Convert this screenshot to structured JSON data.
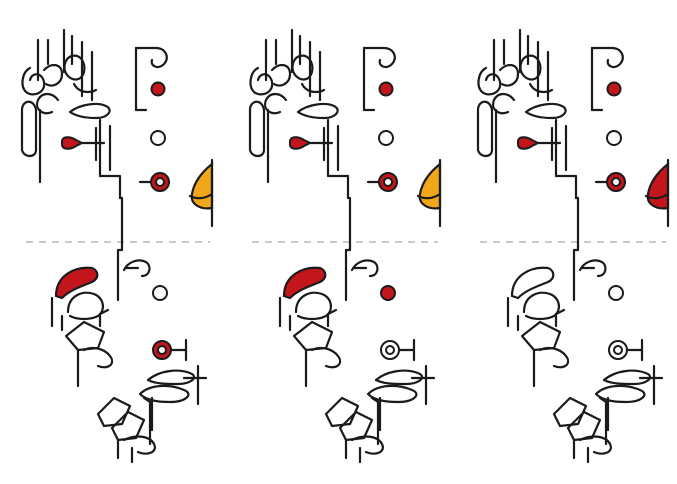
{
  "figure": {
    "panel_count": 3,
    "colors": {
      "ink": "#1b1b1b",
      "red": "#c3161c",
      "orange": "#f2a71b",
      "divider": "#b9b9b9",
      "empty": "#ffffff"
    },
    "panels": [
      {
        "id": "left",
        "upper_red_dot": "red",
        "upper_ring_dot": "red",
        "upper_side_shape": "orange",
        "lower_cap": "red",
        "lower_dot": "empty",
        "lower_ring_dot": "red"
      },
      {
        "id": "middle",
        "upper_red_dot": "red",
        "upper_ring_dot": "red",
        "upper_side_shape": "orange",
        "lower_cap": "red",
        "lower_dot": "red",
        "lower_ring_dot": "empty"
      },
      {
        "id": "right",
        "upper_red_dot": "red",
        "upper_ring_dot": "red",
        "upper_side_shape": "red",
        "lower_cap": "empty",
        "lower_dot": "empty",
        "lower_ring_dot": "empty"
      }
    ]
  }
}
